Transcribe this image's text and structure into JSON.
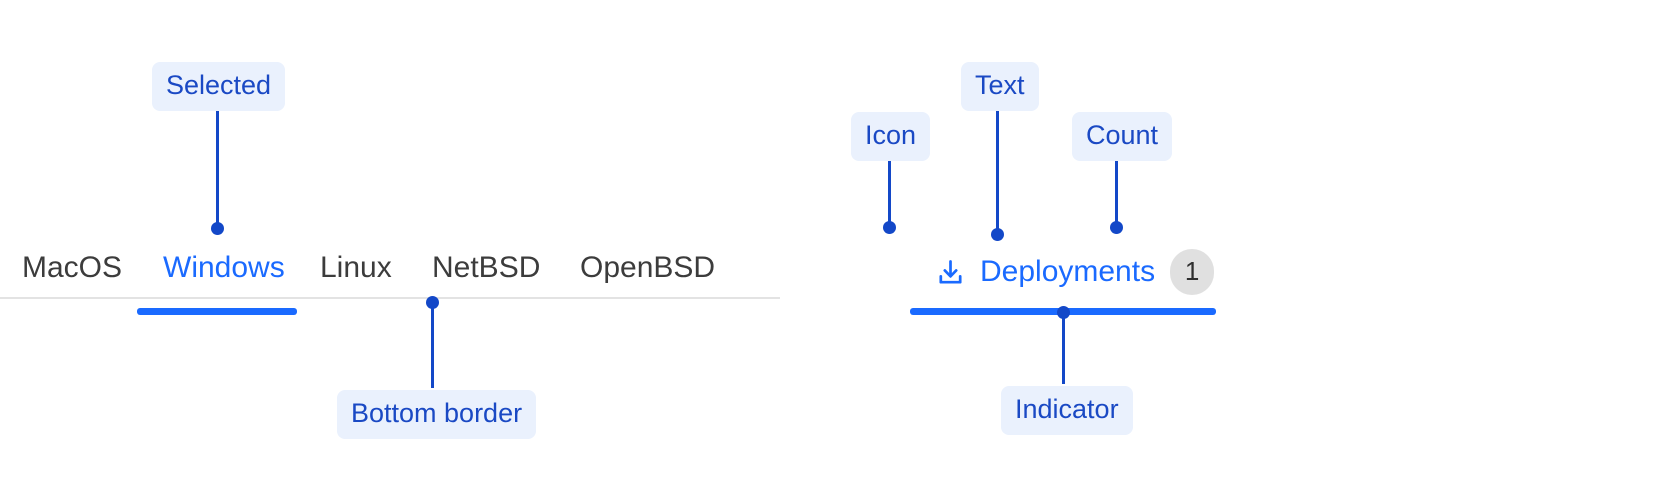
{
  "colors": {
    "accent": "#1a6aff",
    "annotation": "#1348c8",
    "annotation_bg": "#eaf1fd",
    "tab_text": "#3c3c3c",
    "rule": "#e3e3e3",
    "badge_bg": "#e0e0e0",
    "badge_text": "#2f2f2f"
  },
  "left_example": {
    "tabs": [
      {
        "label": "MacOS",
        "selected": false
      },
      {
        "label": "Windows",
        "selected": true
      },
      {
        "label": "Linux",
        "selected": false
      },
      {
        "label": "NetBSD",
        "selected": false
      },
      {
        "label": "OpenBSD",
        "selected": false
      }
    ],
    "annotations": [
      {
        "label": "Selected"
      },
      {
        "label": "Bottom border"
      }
    ]
  },
  "right_example": {
    "icon": "download-icon",
    "label": "Deployments",
    "count": "1",
    "annotations": [
      {
        "label": "Icon"
      },
      {
        "label": "Text"
      },
      {
        "label": "Count"
      },
      {
        "label": "Indicator"
      }
    ]
  }
}
